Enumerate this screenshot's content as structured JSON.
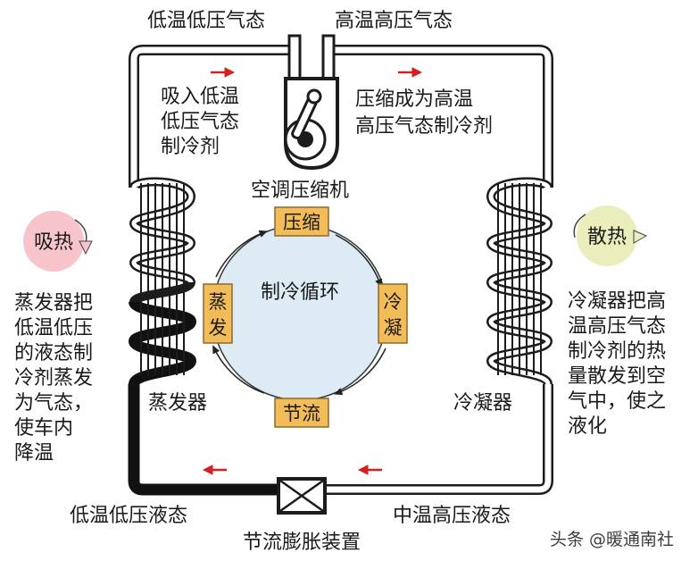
{
  "labels": {
    "top_left_state": "低温低压气态",
    "top_right_state": "高温高压气态",
    "suction_note": [
      "吸入低温",
      "低压气态",
      "制冷剂"
    ],
    "compress_note": [
      "压缩成为高温",
      "高压气态制冷剂"
    ],
    "compressor_name": "空调压缩机",
    "evaporator_name": "蒸发器",
    "condenser_name": "冷凝器",
    "throttle_name": "节流膨胀装置",
    "bottom_left_state": "低温低压液态",
    "bottom_right_state": "中温高压液态",
    "evap_desc": [
      "蒸发器把",
      "低温低压",
      "的液态制",
      "冷剂蒸发",
      "为气态，",
      "使车内",
      "降温"
    ],
    "cond_desc": [
      "冷凝器把高",
      "温高压气态",
      "制冷剂的热",
      "量散发到空",
      "气中，使之",
      "液化"
    ],
    "absorb_heat": "吸热",
    "release_heat": "散热",
    "cycle_center": "制冷循环",
    "cycle_compress": "压缩",
    "cycle_condense": [
      "冷",
      "凝"
    ],
    "cycle_throttle": "节流",
    "cycle_evaporate": [
      "蒸",
      "发"
    ],
    "watermark": "头条 @暖通南社"
  },
  "colors": {
    "pipe": "#1c1c1c",
    "liquid_pipe": "#111111",
    "flow_arrow": "#d42020",
    "cycle_fill": "#dcebf4",
    "box_fill": "#f2bc59",
    "box_border": "#8a6a30",
    "absorb_fill": "#f7c4cc",
    "release_fill": "#e9eebc"
  }
}
